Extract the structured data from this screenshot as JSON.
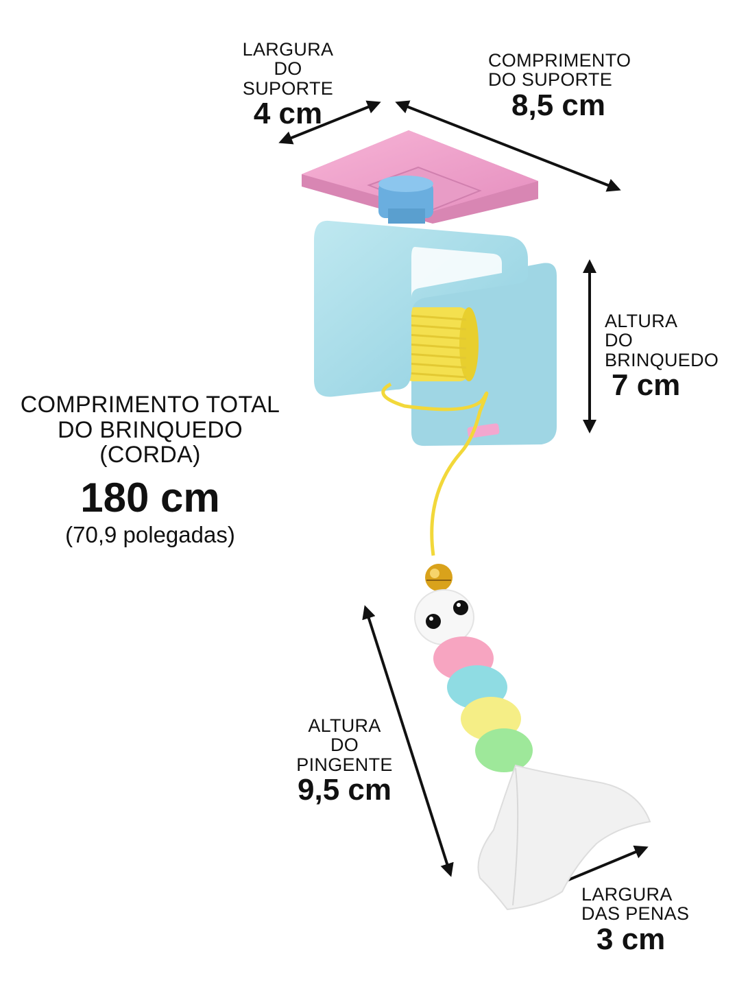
{
  "dimensions": {
    "bracket_width": {
      "caption_line1": "LARGURA",
      "caption_line2": "DO SUPORTE",
      "value": "4 cm"
    },
    "bracket_length": {
      "caption_line1": "COMPRIMENTO",
      "caption_line2": "DO SUPORTE",
      "value": "8,5 cm"
    },
    "toy_height": {
      "caption_line1": "ALTURA",
      "caption_line2": "DO BRINQUEDO",
      "value": "7 cm"
    },
    "total_length": {
      "caption_line1": "COMPRIMENTO TOTAL",
      "caption_line2": "DO BRINQUEDO",
      "caption_line3": "(CORDA)",
      "value": "180 cm",
      "subvalue": "(70,9 polegadas)"
    },
    "pendant_height": {
      "caption_line1": "ALTURA",
      "caption_line2": "DO PINGENTE",
      "value": "9,5 cm"
    },
    "feather_width": {
      "caption_line1": "LARGURA",
      "caption_line2": "DAS PENAS",
      "value": "3 cm"
    }
  },
  "colors": {
    "mount_plate": "#f3a7cf",
    "reel_body": "#a8dde8",
    "spool": "#f4e04f",
    "string": "#f2d83a",
    "bell": "#d9a21b",
    "bead_pink": "#f7a5c1",
    "bead_blue": "#8fdce3",
    "bead_yellow": "#f5ee86",
    "bead_green": "#9ee89a",
    "feather": "#f1f1f1",
    "arrow": "#111111"
  }
}
